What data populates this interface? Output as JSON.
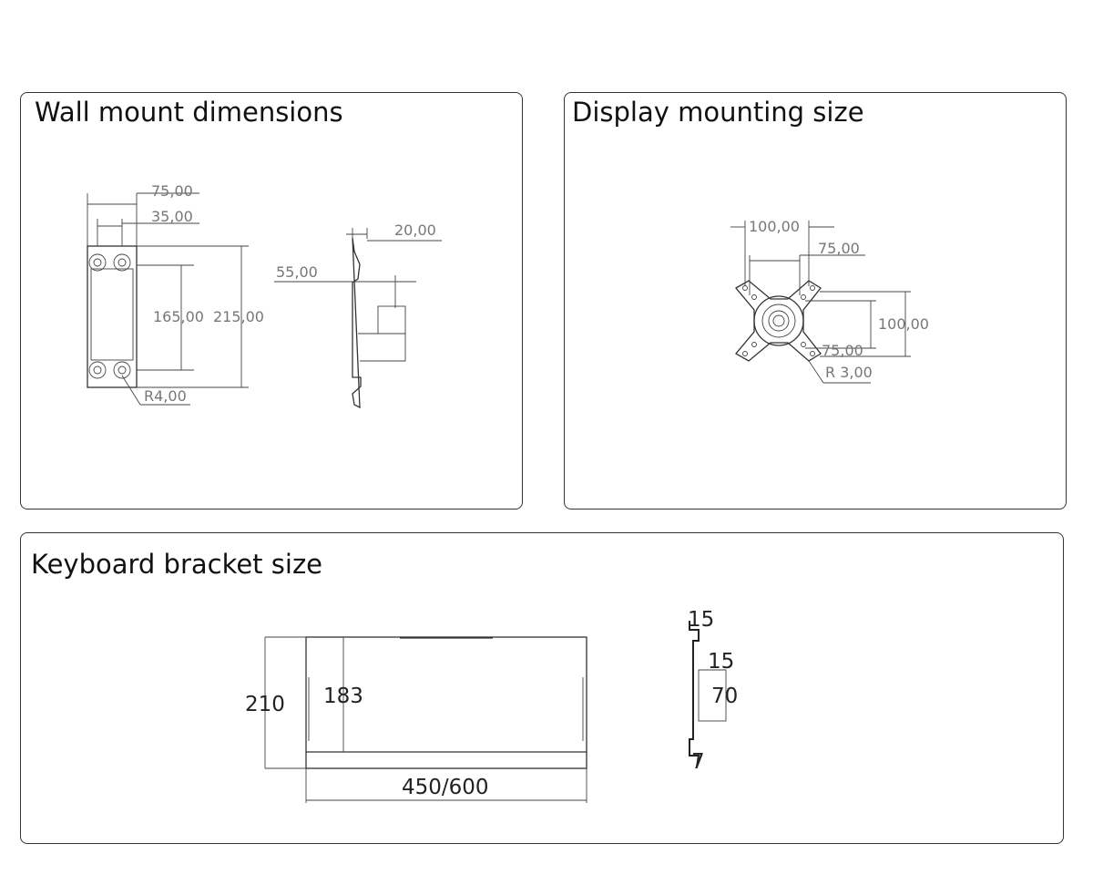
{
  "panels": {
    "wall": {
      "title": "Wall mount dimensions",
      "dims": {
        "w75": "75,00",
        "w35": "35,00",
        "d20": "20,00",
        "d55": "55,00",
        "h165": "165,00",
        "h215": "215,00",
        "r4": "R4,00"
      }
    },
    "display": {
      "title": "Display mounting size",
      "dims": {
        "w100": "100,00",
        "w75": "75,00",
        "h100": "100,00",
        "h75": "75,00",
        "r3": "R 3,00"
      }
    },
    "keyboard": {
      "title": "Keyboard bracket size",
      "dims": {
        "h210": "210",
        "h183": "183",
        "w450": "450/600",
        "s15a": "15",
        "s15b": "15",
        "s70": "70",
        "s7": "7"
      }
    }
  }
}
